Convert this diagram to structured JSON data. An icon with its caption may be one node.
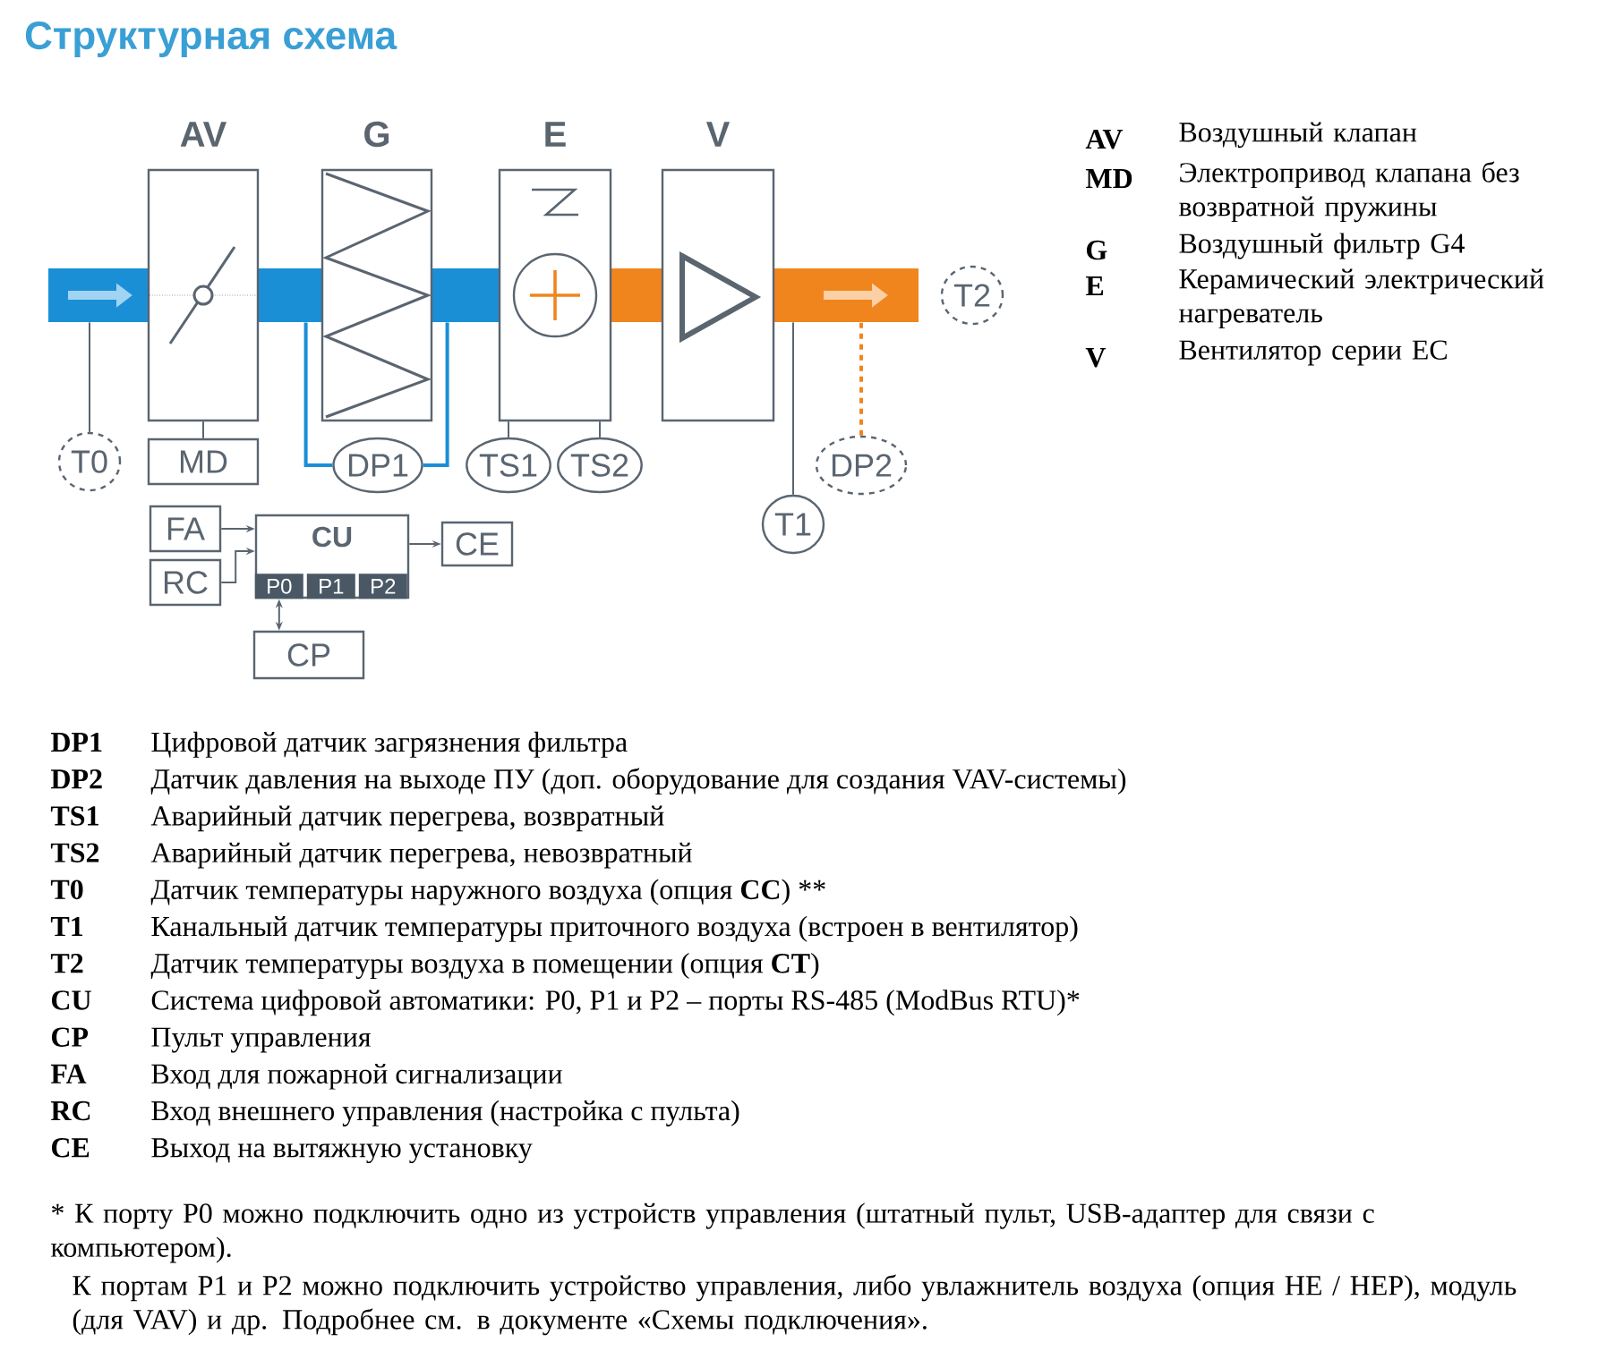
{
  "diagram": {
    "title": "Структурная схема",
    "nodes": [
      {
        "text": [
          "AV"
        ]
      },
      {
        "text": [
          "G"
        ]
      },
      {
        "text": [
          "E"
        ]
      },
      {
        "text": [
          "V"
        ]
      },
      {
        "text": [
          "MD"
        ]
      },
      {
        "text": [
          "DP1"
        ]
      },
      {
        "text": [
          "TS1"
        ]
      },
      {
        "text": [
          "TS2"
        ]
      },
      {
        "text": [
          "T0"
        ]
      },
      {
        "text": [
          "T1"
        ]
      },
      {
        "text": [
          "T2"
        ]
      },
      {
        "text": [
          "DP2"
        ]
      },
      {
        "text": [
          "FA"
        ]
      },
      {
        "text": [
          "RC"
        ]
      },
      {
        "text": [
          "CU"
        ]
      },
      {
        "text": [
          "P0"
        ],
        "in": 14
      },
      {
        "text": [
          "P1"
        ],
        "in": 14
      },
      {
        "text": [
          "P2"
        ],
        "in": 14
      },
      {
        "text": [
          "CE"
        ]
      },
      {
        "text": [
          "CP"
        ]
      },
      {
        "text": [],
        "shape": "bar"
      },
      {
        "text": [],
        "shape": "bar"
      }
    ],
    "edges": [
      {
        "from": 4,
        "to": 0,
        "arrow": "none"
      },
      {
        "from": 5,
        "to": 20,
        "arrow": "none",
        "color": "#1a8fd6"
      },
      {
        "from": 5,
        "to": 20,
        "arrow": "none",
        "color": "#1a8fd6"
      },
      {
        "from": 6,
        "to": 2,
        "arrow": "none"
      },
      {
        "from": 7,
        "to": 2,
        "arrow": "none"
      },
      {
        "from": 8,
        "to": 20,
        "arrow": "none"
      },
      {
        "from": 9,
        "to": 21,
        "arrow": "none"
      },
      {
        "from": 11,
        "to": 21,
        "arrow": "none",
        "style": "dashed",
        "color": "#f0851e"
      },
      {
        "from": 12,
        "to": 14,
        "arrow": "to"
      },
      {
        "from": 13,
        "to": 14,
        "arrow": "to"
      },
      {
        "from": 14,
        "to": 18,
        "arrow": "to"
      },
      {
        "from": 15,
        "to": 19,
        "arrow": "both"
      }
    ],
    "labels": [
      "AV",
      "Воздушный клапан",
      "MD",
      "Электропривод клапана без возвратной пружины",
      "G",
      "Воздушный фильтр G4",
      "E",
      "Керамический электрический нагреватель",
      "V",
      "Вентилятор серии EC",
      "DP1",
      "Цифровой датчик загрязнения фильтра",
      "DP2",
      "Датчик давления на выходе ПУ (доп. оборудование для создания VAV-системы)",
      "TS1",
      "Аварийный датчик перегрева, возвратный",
      "TS2",
      "Аварийный датчик перегрева, невозвратный",
      "T0",
      "Датчик температуры наружного воздуха (опция **CC**) **",
      "T1",
      "Канальный датчик температуры приточного воздуха (встроен в вентилятор)",
      "T2",
      "Датчик температуры воздуха в помещении (опция **CT**)",
      "CU",
      "Система цифровой автоматики: P0, P1 и P2 – порты RS-485 (ModBus RTU)*",
      "CP",
      "Пульт управления",
      "FA",
      "Вход для пожарной сигнализации",
      "RC",
      "Вход внешнего управления (настройка с пульта)",
      "CE",
      "Выход на вытяжную установку",
      "* К порту P0 можно подключить одно из устройств управления (штатный пульт, USB-адаптер для связи с компьютером).",
      "К портам P1 и P2 можно подключить устройство управления, либо увлажнитель воздуха (опция HE / HEP), модуль (для VAV) и др. Подробнее см. в документе «Схемы подключения»."
    ]
  }
}
